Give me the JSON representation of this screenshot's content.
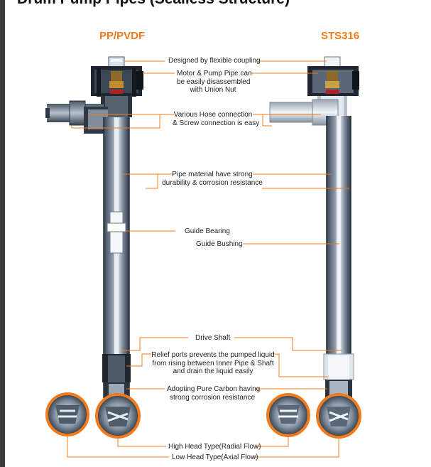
{
  "title": "Drum Pump Pipes (Sealless Structure)",
  "columns": {
    "left": "PP/PVDF",
    "right": "STS316"
  },
  "labels": {
    "flexible_coupling": "Designed by flexible coupling",
    "union_nut_1": "Motor & Pump Pipe can",
    "union_nut_2": "be easily disassembled",
    "union_nut_3": "with Union Nut",
    "hose_1": "Various Hose connection",
    "hose_2": "& Screw connection is easy",
    "pipe_material_1": "Pipe material have strong",
    "pipe_material_2": "durability & corrosion resistance",
    "guide_bearing": "Guide Bearing",
    "guide_bushing": "Guide Bushing",
    "drive_shaft": "Drive Shaft",
    "relief_1": "Relief ports prevents the pumped liquid",
    "relief_2": "from rising between Inner Pipe & Shaft",
    "relief_3": "and drain the liquid easily",
    "carbon_1": "Adopting Pure Carbon having",
    "carbon_2": "strong corrosion resistance",
    "high_head": "High Head Type(Radial Flow)",
    "low_head": "Low Head Type(Axial Flow)"
  },
  "colors": {
    "accent": "#f07a1c",
    "pipe": "#5f6f80",
    "pipe_dark": "#2f3946",
    "sidebar": "#3b3b3b"
  }
}
